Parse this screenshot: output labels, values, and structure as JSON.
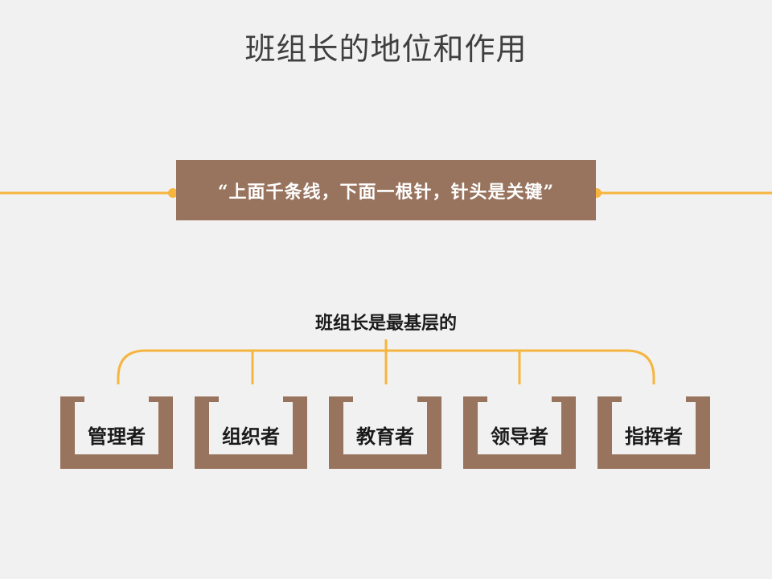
{
  "title": "班组长的地位和作用",
  "quote": "“上面千条线，下面一根针，针头是关键”",
  "subtitle": "班组长是最基层的",
  "roles": [
    "管理者",
    "组织者",
    "教育者",
    "领导者",
    "指挥者"
  ],
  "colors": {
    "background": "#f2f1f1",
    "accent_line": "#f5b53f",
    "brown": "#98735d",
    "title_text": "#3f3f3f"
  }
}
